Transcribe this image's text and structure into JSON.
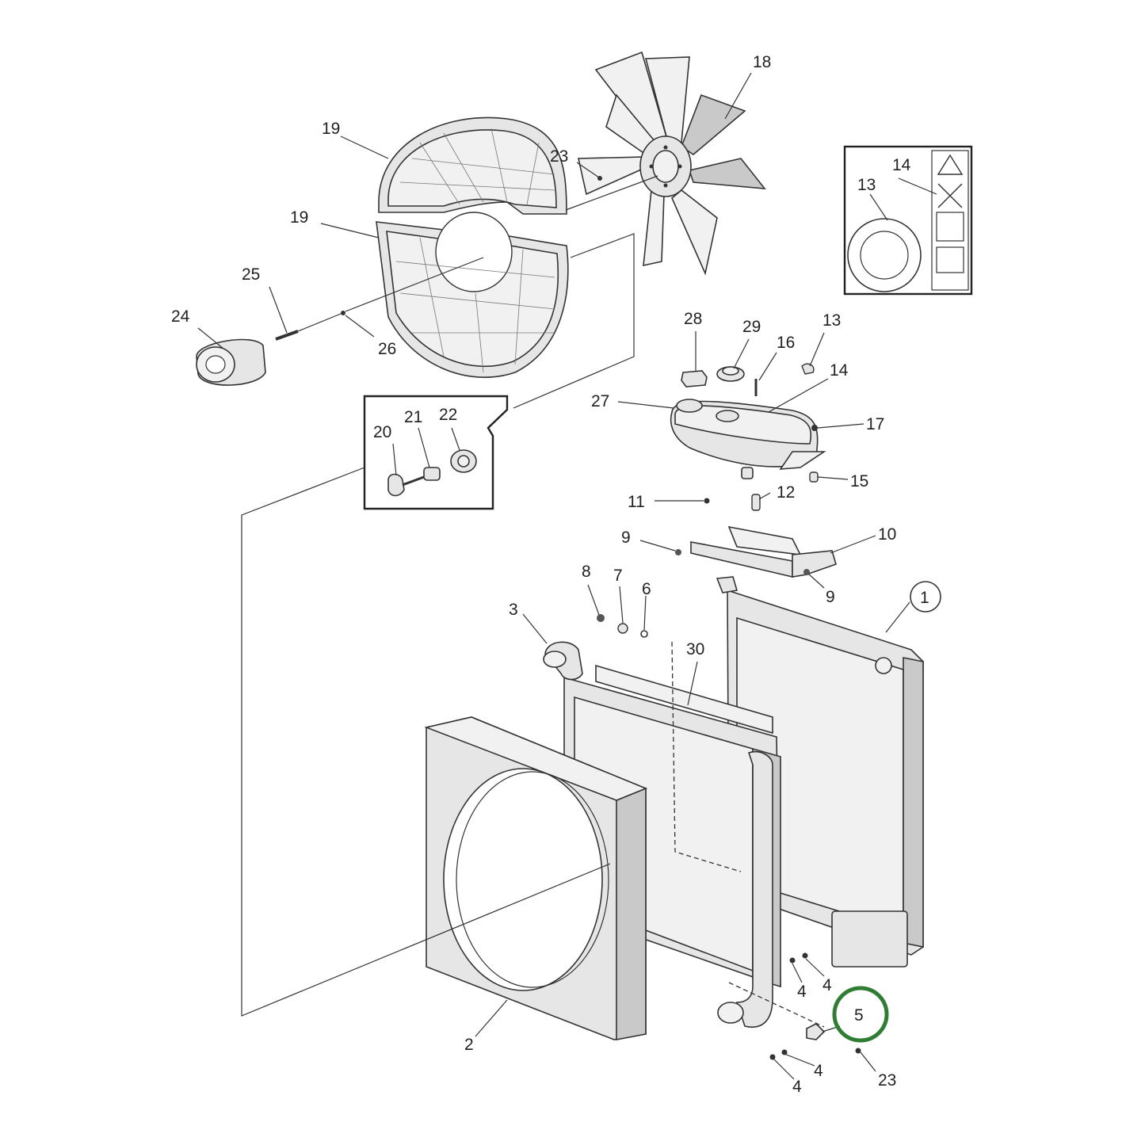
{
  "diagram": {
    "labels": {
      "l1": "1",
      "l2": "2",
      "l3": "3",
      "l4a": "4",
      "l4b": "4",
      "l4c": "4",
      "l4d": "4",
      "l5": "5",
      "l6": "6",
      "l7": "7",
      "l8": "8",
      "l9a": "9",
      "l9b": "9",
      "l10": "10",
      "l11": "11",
      "l12": "12",
      "l13a": "13",
      "l13b": "13",
      "l14a": "14",
      "l14b": "14",
      "l15": "15",
      "l16": "16",
      "l17": "17",
      "l18": "18",
      "l19a": "19",
      "l19b": "19",
      "l20": "20",
      "l21": "21",
      "l22": "22",
      "l23a": "23",
      "l23b": "23",
      "l24": "24",
      "l25": "25",
      "l26": "26",
      "l27": "27",
      "l28": "28",
      "l29": "29",
      "l30": "30"
    },
    "highlight_color": "#2e7d32",
    "highlighted_part": "5"
  }
}
